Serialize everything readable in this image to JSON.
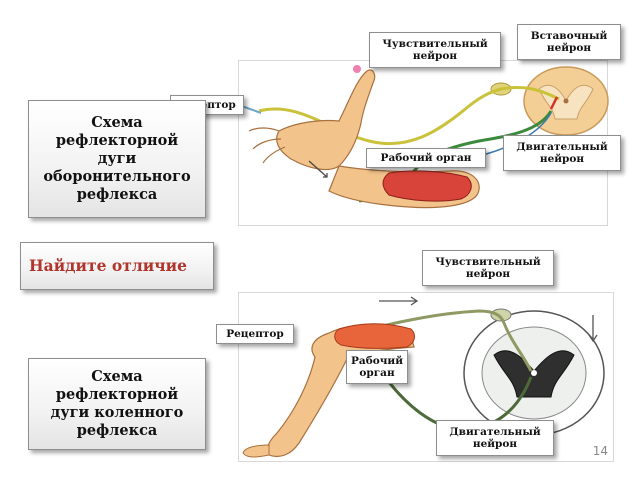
{
  "top": {
    "title": "Схема рефлекторной дуги оборонительного рефлекса",
    "labels": {
      "interneuron": "Вставочный нейрон",
      "sensory": "Чувствительный нейрон",
      "receptor": "Рецептор",
      "motor": "Двигательный нейрон",
      "effector": "Рабочий орган"
    }
  },
  "middle": {
    "prompt": "Найдите отличие"
  },
  "bottom": {
    "title": "Схема рефлекторной дуги коленного рефлекса",
    "labels": {
      "sensory": "Чувствительный нейрон",
      "receptor": "Рецептор",
      "effector": "Рабочий орган",
      "motor": "Двигательный нейрон"
    }
  },
  "page_number": "14",
  "colors": {
    "title_accent": "#b0342c",
    "skin": "#f2c48c",
    "muscle": "#d8443a",
    "sensory_nerve": "#c9c23a",
    "motor_nerve": "#3d8a3d",
    "spinal_cord": "#f1c98c"
  }
}
